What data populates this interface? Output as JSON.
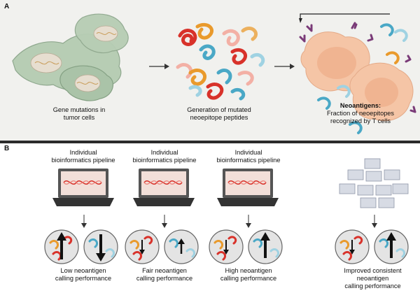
{
  "panel_a": {
    "letter": "A",
    "steps": [
      {
        "line1": "Gene mutations in",
        "line2": "tumor cells"
      },
      {
        "line1": "Generation of mutated",
        "line2": "neoepitope peptides"
      }
    ],
    "neoantigens": {
      "title": "Neoantigens:",
      "line1": "Fraction of neoepitopes",
      "line2": "recognized by T cells"
    }
  },
  "panel_b": {
    "letter": "B",
    "columns": [
      {
        "top1": "Individual",
        "top2": "bioinformatics pipeline",
        "bottom1": "Low neoantigen",
        "bottom2": "calling performance",
        "left_arrow": "up",
        "right_arrow": "down",
        "left_level": "large",
        "right_level": "large"
      },
      {
        "top1": "Individual",
        "top2": "bioinformatics pipeline",
        "bottom1": "Fair neoantigen",
        "bottom2": "calling performance",
        "left_arrow": "down",
        "right_arrow": "up",
        "left_level": "small",
        "right_level": "small"
      },
      {
        "top1": "Individual",
        "top2": "bioinformatics pipeline",
        "bottom1": "High neoantigen",
        "bottom2": "calling performance",
        "left_arrow": "down",
        "right_arrow": "up",
        "left_level": "small",
        "right_level": "large"
      },
      {
        "bottom1": "Improved consistent",
        "bottom2": "neoantigen",
        "bottom3": "calling performance",
        "left_arrow": "down",
        "right_arrow": "up",
        "left_level": "small",
        "right_level": "large"
      }
    ]
  },
  "colors": {
    "divider": "#2b2b2b",
    "cell": "#b7cdb4",
    "nucleus": "#e7ded0",
    "red_peptide": "#d8322a",
    "orange_peptide": "#e99a2c",
    "blue_peptide": "#4aa8c6",
    "tcell": "#f5c5a6",
    "receptor": "#7a3b78"
  }
}
